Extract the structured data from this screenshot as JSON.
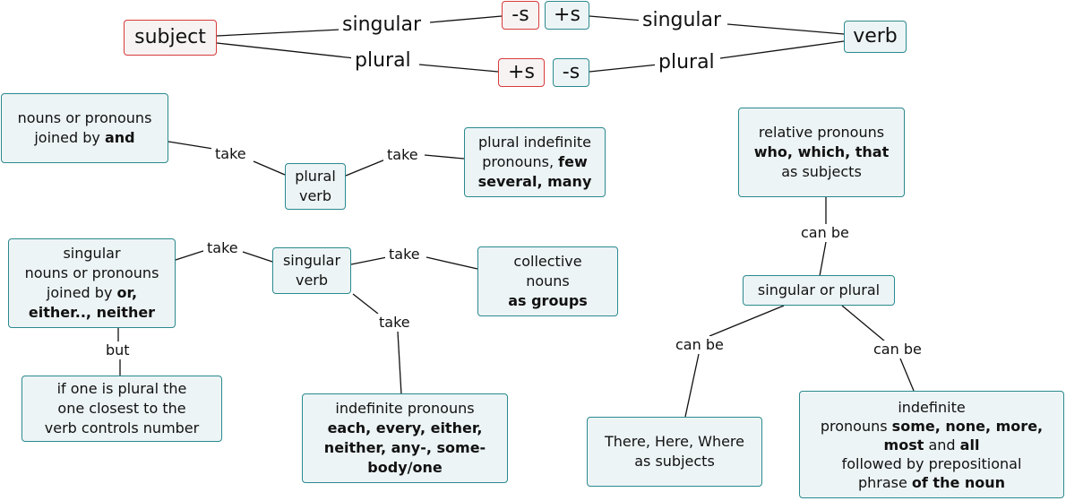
{
  "top": {
    "subject": "subject",
    "verb": "verb",
    "singular_left": "singular",
    "plural_left": "plural",
    "singular_right": "singular",
    "plural_right": "plural",
    "subject_singular_suffix": "-s",
    "subject_plural_suffix": "+s",
    "verb_singular_suffix": "+s",
    "verb_plural_suffix": "-s"
  },
  "plural_group": {
    "nouns_joined_line1": "nouns or pronouns",
    "nouns_joined_line2_pre": "joined by ",
    "nouns_joined_line2_bold": "and",
    "plural_verb_line1": "plural",
    "plural_verb_line2": "verb",
    "plural_indef_line1": "plural indefinite",
    "plural_indef_line2_pre": "pronouns, ",
    "plural_indef_line2_bold": "few",
    "plural_indef_line3_bold": "several, many",
    "take_left": "take",
    "take_right": "take"
  },
  "singular_group": {
    "singular_nouns_line1": "singular",
    "singular_nouns_line2": "nouns or pronouns",
    "singular_nouns_line3_pre": "joined by ",
    "singular_nouns_line3_bold": "or,",
    "singular_nouns_line4_bold": "either.., neither",
    "singular_verb_line1": "singular",
    "singular_verb_line2": "verb",
    "collective_line1": "collective",
    "collective_line2": "nouns",
    "collective_line3_bold": "as groups",
    "take_left": "take",
    "take_right": "take",
    "take_down": "take",
    "but": "but",
    "if_one_line1": "if one is plural the",
    "if_one_line2": "one closest to the",
    "if_one_line3": "verb controls number",
    "indef_line1": "indefinite pronouns",
    "indef_line2_bold": "each, every, either,",
    "indef_line3_bold": "neither, any-, some-",
    "indef_line4_bold": "body/one"
  },
  "relative_group": {
    "relative_line1": "relative pronouns",
    "relative_line2_bold": "who, which, that",
    "relative_line3": "as subjects",
    "can_be_top": "can be",
    "singular_or_plural": "singular or plural",
    "can_be_left": "can be",
    "can_be_right": "can be",
    "there_line1": "There, Here, Where",
    "there_line2": "as subjects",
    "some_line1": "indefinite",
    "some_line2_pre": "pronouns ",
    "some_line2_bold": "some, none, more,",
    "some_line3_bold1": "most",
    "some_line3_mid": " and ",
    "some_line3_bold2": "all",
    "some_line4": "followed by prepositional",
    "some_line5_pre": "phrase ",
    "some_line5_bold": "of the noun"
  }
}
